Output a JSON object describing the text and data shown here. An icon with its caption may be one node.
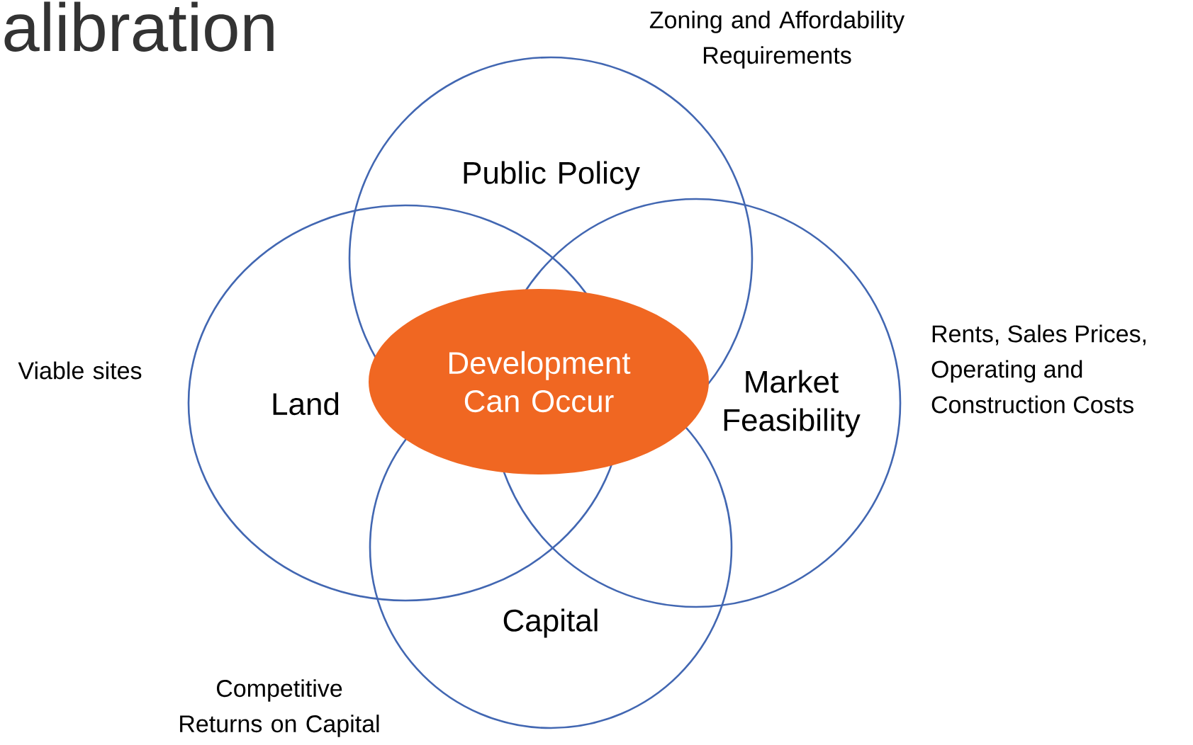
{
  "diagram": {
    "title": "alibration",
    "nodes": [
      {
        "text": [
          "Public Policy"
        ],
        "beside": [
          "Zoning and Affordability Requirements"
        ]
      },
      {
        "text": [
          "Land"
        ],
        "beside": [
          "Viable sites"
        ]
      },
      {
        "text": [
          "Market Feasibility"
        ],
        "beside": [
          "Rents, Sales Prices, Operating and Construction Costs"
        ]
      },
      {
        "text": [
          "Capital"
        ],
        "beside": [
          "Competitive Returns on Capital"
        ]
      },
      {
        "text": [
          "Development Can Occur"
        ]
      }
    ]
  }
}
